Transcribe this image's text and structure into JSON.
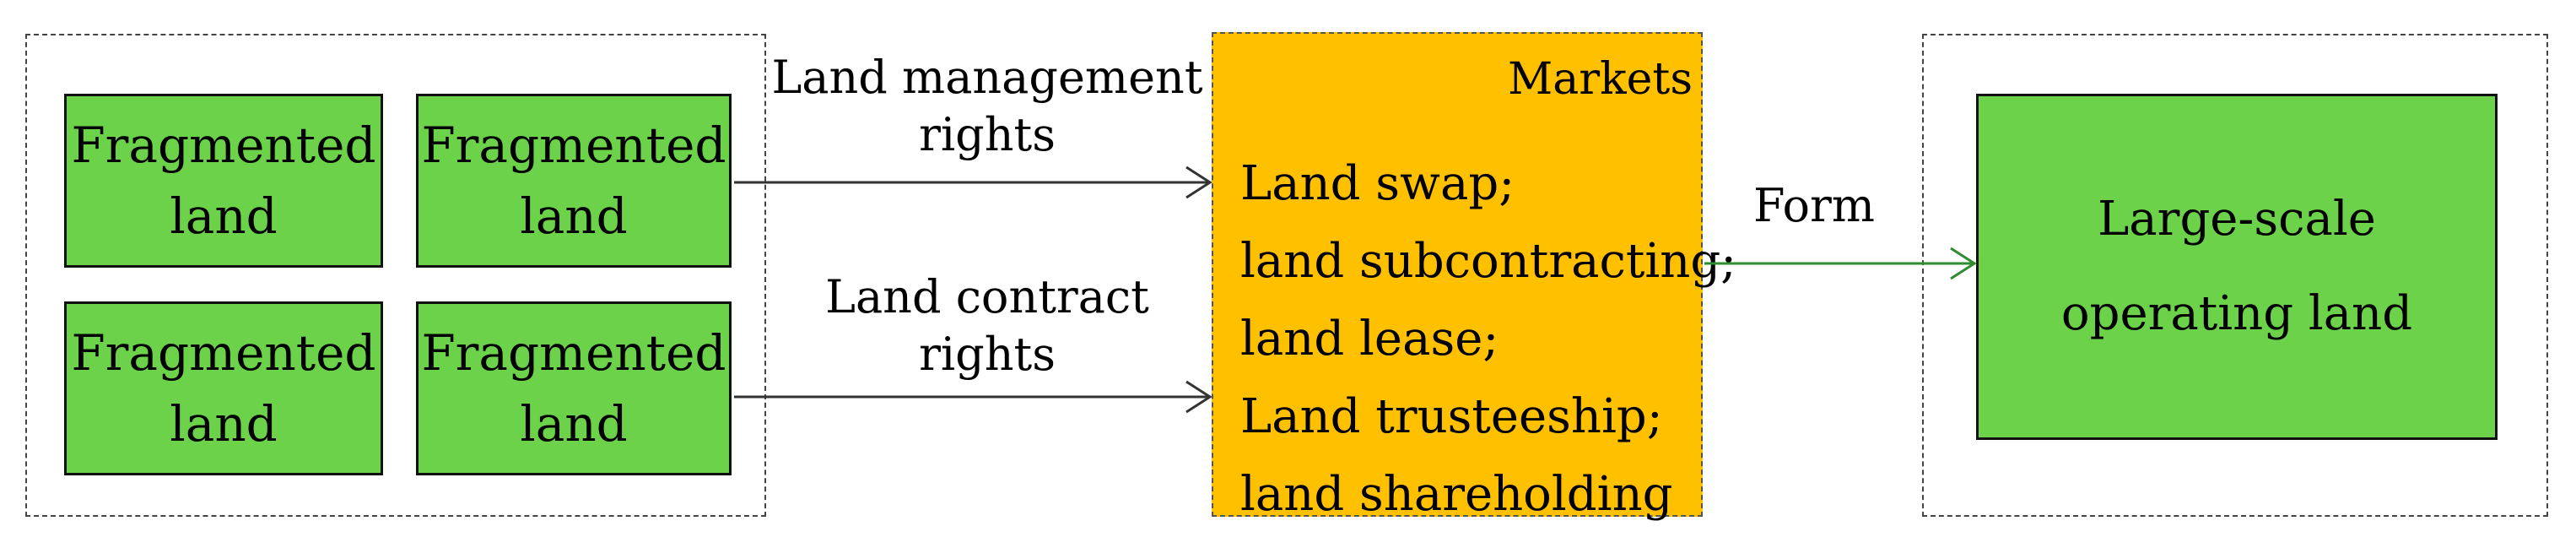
{
  "fragments": [
    {
      "line1": "Fragmented",
      "line2": "land"
    },
    {
      "line1": "Fragmented",
      "line2": "land"
    },
    {
      "line1": "Fragmented",
      "line2": "land"
    },
    {
      "line1": "Fragmented",
      "line2": "land"
    }
  ],
  "arrows": {
    "top": {
      "line1": "Land management",
      "line2": "rights"
    },
    "bottom": {
      "line1": "Land contract",
      "line2": "rights"
    },
    "form": "Form"
  },
  "markets": {
    "title": "Markets",
    "items": [
      "Land swap;",
      "land subcontracting;",
      "land lease;",
      "Land trusteeship;",
      "land shareholding"
    ]
  },
  "result": {
    "line1": "Large-scale",
    "line2": "operating land"
  },
  "colors": {
    "land": "#6cd24a",
    "market": "#ffc000",
    "form_arrow": "#2e8b2e",
    "arrow": "#333333"
  }
}
